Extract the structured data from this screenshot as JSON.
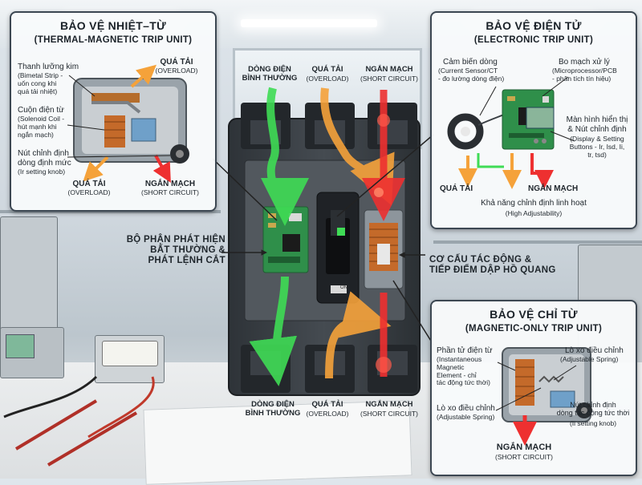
{
  "colors": {
    "normal": "#3fdc55",
    "overload": "#f5a23a",
    "short": "#ee3030",
    "panel_border": "#3c4752",
    "breaker_body": "#3a3f44"
  },
  "thermal_magnetic": {
    "title_vn": "BẢO VỆ NHIỆT–TỪ",
    "title_en": "(THERMAL-MAGNETIC TRIP UNIT)",
    "bimetal": "Thanh lưỡng kim",
    "bimetal_en": "(Bimetal Strip -\nuốn cong khi\nquá tải nhiệt)",
    "solenoid": "Cuộn điện từ",
    "solenoid_en": "(Solenoid Coil -\nhút mạnh khi\nngắn mạch)",
    "knob": "Nút chỉnh định\ndòng định mức",
    "knob_en": "(Ir setting knob)",
    "overload_top": "QUÁ TẢI",
    "overload_top_en": "(OVERLOAD)",
    "overload_bottom": "QUÁ TẢI",
    "overload_bottom_en": "(OVERLOAD)",
    "short": "NGẮN MẠCH",
    "short_en": "(SHORT CIRCUIT)"
  },
  "electronic": {
    "title_vn": "BẢO VỆ ĐIỆN TỬ",
    "title_en": "(ELECTRONIC TRIP UNIT)",
    "sensor": "Cảm biến dòng",
    "sensor_en": "(Current Sensor/CT\n- đo lường dòng điện)",
    "board": "Bo mạch xử lý",
    "board_en": "(Microprocessor/PCB\n- phân tích tín hiệu)",
    "display": "Màn hình hiển thị\n& Nút chỉnh định",
    "display_en": "(Display & Setting\nButtons - Ir, Isd, Ii,\ntr, tsd)",
    "overload": "QUÁ TẢI",
    "short": "NGẮN MẠCH",
    "adjust": "Khả năng chỉnh định linh hoạt",
    "adjust_en": "(High Adjustability)"
  },
  "magnetic_only": {
    "title_vn": "BẢO VỆ CHỈ TỪ",
    "title_en": "(MAGNETIC-ONLY TRIP UNIT)",
    "element": "Phần tử điện từ",
    "element_en": "(Instantaneous\nMagnetic\nElement - chỉ\ntác động tức thời)",
    "spring_top": "Lò xo điều chỉnh",
    "spring_top_en": "(Adjustable Spring)",
    "spring_bottom": "Lò xo điều chỉnh",
    "spring_bottom_en": "(Adjustable Spring)",
    "knob": "Nút chỉnh định\ndòng tác động tức thời",
    "knob_en": "(Ii setting knob)",
    "short": "NGẮN MẠCH",
    "short_en": "(SHORT CIRCUIT)"
  },
  "breaker": {
    "top_normal": "DÒNG ĐIỆN\nBÌNH THƯỜNG",
    "top_overload": "QUÁ TẢI",
    "top_overload_en": "(OVERLOAD)",
    "top_short": "NGẮN MẠCH",
    "top_short_en": "(SHORT CIRCUIT)",
    "bottom_normal": "DÒNG ĐIỆN\nBÌNH THƯỜNG",
    "bottom_overload": "QUÁ TẢI",
    "bottom_overload_en": "(OVERLOAD)",
    "bottom_short": "NGẮN MẠCH",
    "bottom_short_en": "(SHORT CIRCUIT)",
    "detector": "BỘ PHẬN PHÁT HIỆN\nBẤT THƯỜNG &\nPHÁT LỆNH CẮT",
    "mechanism": "CƠ CẤU TÁC ĐỘNG &\nTIẾP ĐIỂM DẬP HỒ QUANG",
    "handle_tag": "ON"
  }
}
